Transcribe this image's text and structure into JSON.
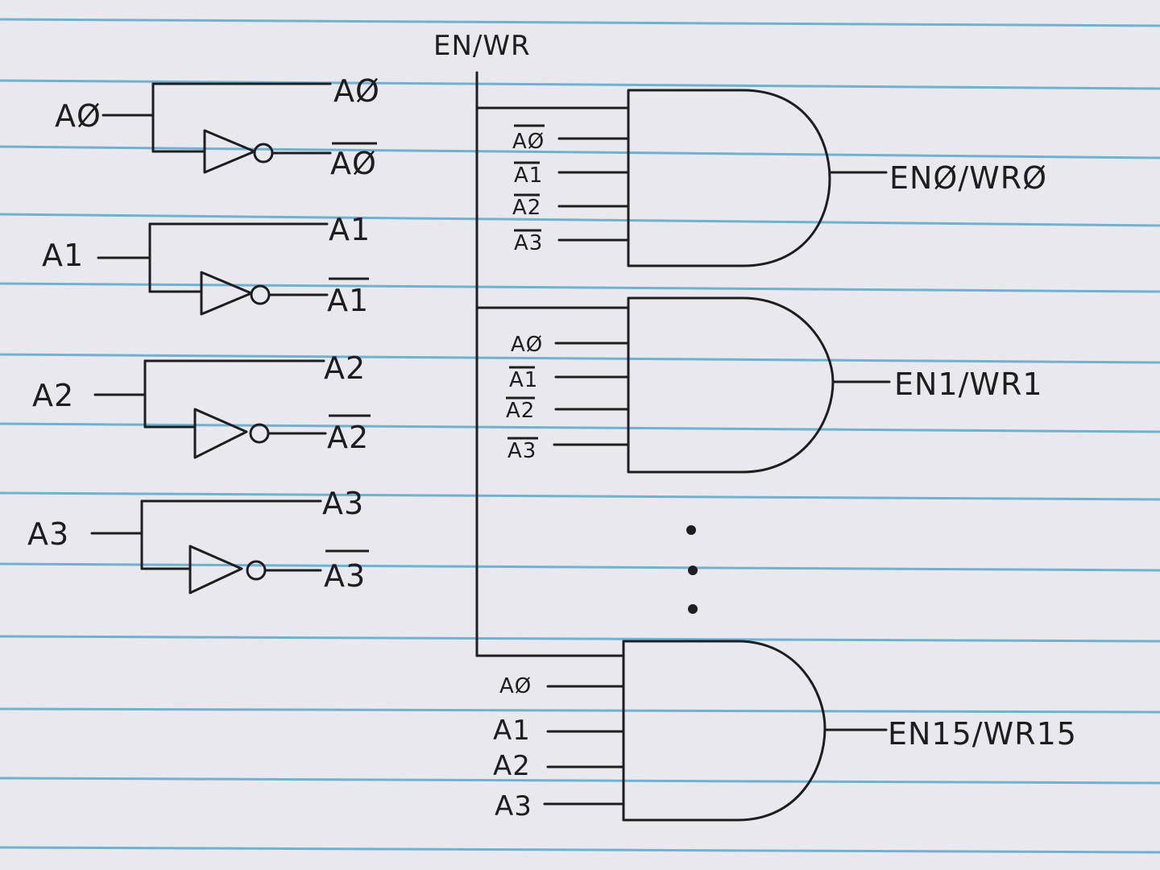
{
  "bus_label": "EN/WR",
  "left_inputs": [
    {
      "input": "AØ",
      "true_out": "AØ",
      "inv_out": "AØ"
    },
    {
      "input": "A1",
      "true_out": "A1",
      "inv_out": "A1"
    },
    {
      "input": "A2",
      "true_out": "A2",
      "inv_out": "A2"
    },
    {
      "input": "A3",
      "true_out": "A3",
      "inv_out": "A3"
    }
  ],
  "gates": [
    {
      "output": "ENØ/WRØ",
      "inputs": [
        "AØ",
        "A1",
        "A2",
        "A3"
      ]
    },
    {
      "output": "EN1/WR1",
      "inputs": [
        "AØ",
        "A1",
        "A2",
        "A3"
      ]
    },
    {
      "output": "EN15/WR15",
      "inputs": [
        "AØ",
        "A1",
        "A2",
        "A3"
      ]
    }
  ]
}
